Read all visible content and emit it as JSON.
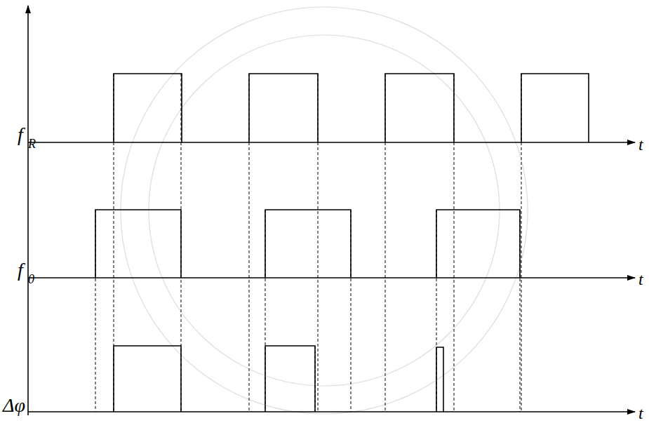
{
  "diagram": {
    "labels": [
      "f",
      "R",
      "f",
      "0",
      "Δφ",
      "t",
      "t",
      "t"
    ]
  }
}
